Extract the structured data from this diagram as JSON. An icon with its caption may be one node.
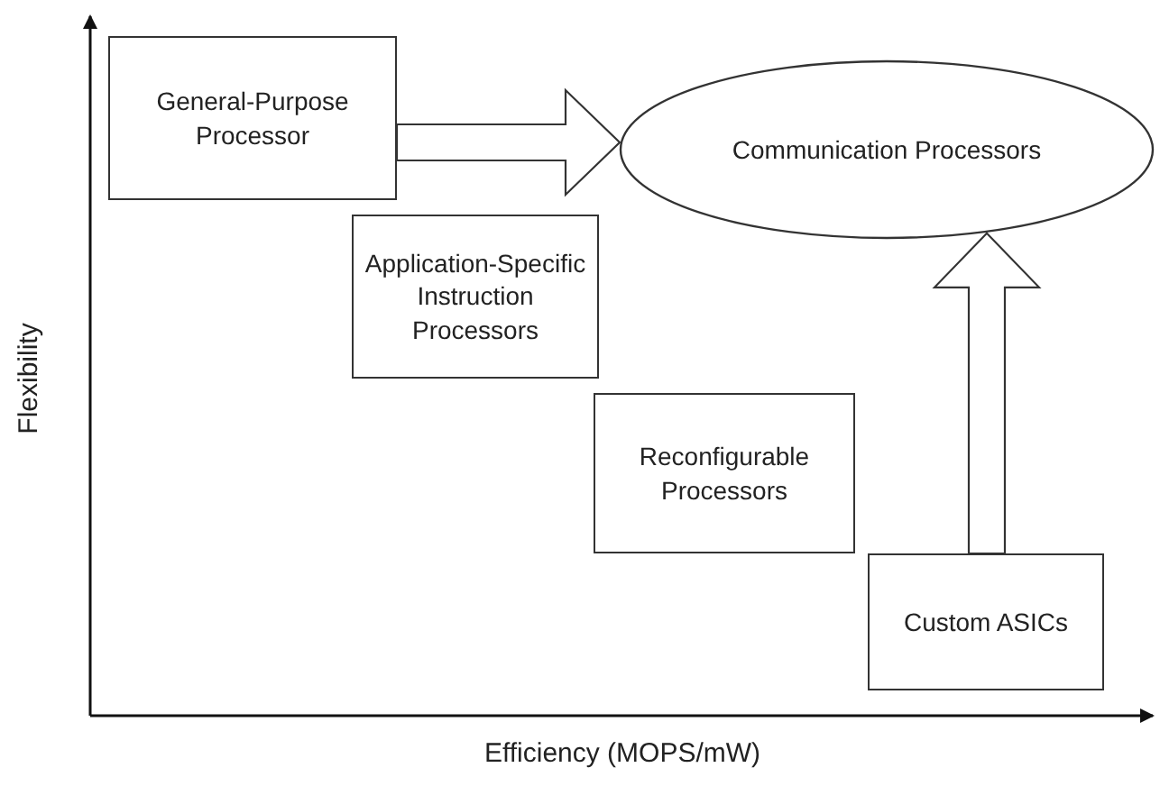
{
  "diagram": {
    "nodes": [
      {
        "text": [
          "General-Purpose Processor"
        ]
      },
      {
        "text": [
          "Communication Processors"
        ]
      },
      {
        "text": [
          "Application-Specific Instruction Processors"
        ]
      },
      {
        "text": [
          "Reconfigurable Processors"
        ]
      },
      {
        "text": [
          "Custom ASICs"
        ]
      }
    ],
    "edges": [
      {
        "from": 0,
        "to": 1,
        "arrow": "to"
      },
      {
        "from": 4,
        "to": 1,
        "arrow": "to"
      }
    ],
    "labels": [
      "Flexibility",
      "Efficiency (MOPS/mW)"
    ]
  }
}
